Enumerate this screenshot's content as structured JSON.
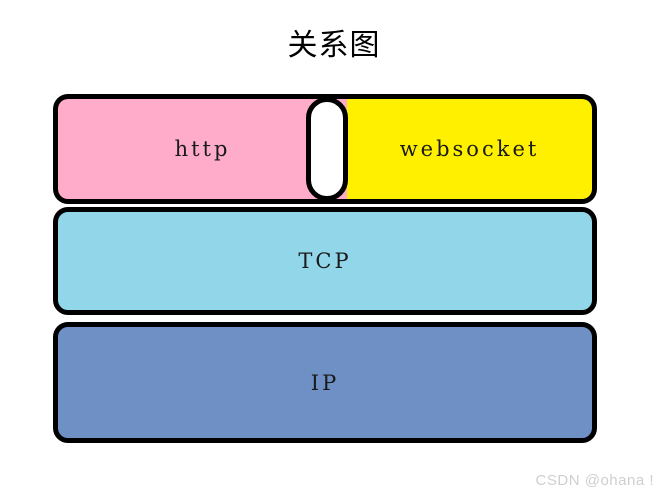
{
  "diagram": {
    "title": "关系图",
    "colors": {
      "http_fill": "#ffacca",
      "websocket_fill": "#fff000",
      "tcp_fill": "#92d6ea",
      "ip_fill": "#6e90c4",
      "separator_fill": "#ffffff",
      "stroke": "#000000",
      "background": "#ffffff",
      "watermark": "#cfcfcf"
    },
    "layers": [
      {
        "id": "application",
        "boxes": [
          {
            "id": "http",
            "label": "http"
          },
          {
            "id": "separator",
            "label": ""
          },
          {
            "id": "websocket",
            "label": "websocket"
          }
        ]
      },
      {
        "id": "transport",
        "boxes": [
          {
            "id": "tcp",
            "label": "TCP"
          }
        ]
      },
      {
        "id": "network",
        "boxes": [
          {
            "id": "ip",
            "label": "IP"
          }
        ]
      }
    ]
  },
  "watermark": {
    "text": "CSDN @ohana !"
  }
}
